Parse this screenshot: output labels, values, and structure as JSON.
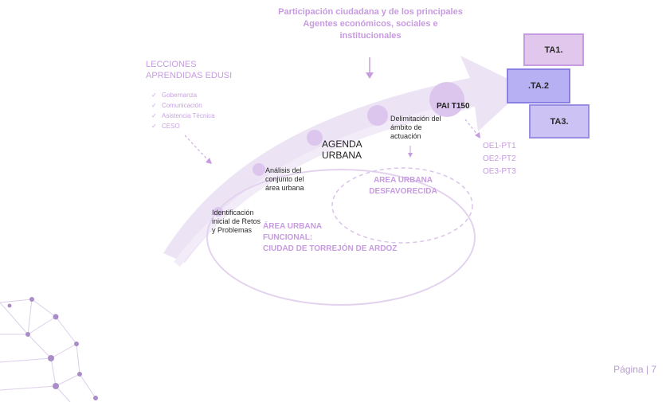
{
  "header_note": {
    "line1": "Participación ciudadana y de los principales",
    "line2": "Agentes económicos, sociales e",
    "line3": "institucionales"
  },
  "lessons": {
    "title_line1": "LECCIONES",
    "title_line2": "APRENDIDAS EDUSI",
    "items": [
      "Gobernanza",
      "Comunicación",
      "Asistencia Técnica",
      "CESO"
    ]
  },
  "steps": {
    "identificacion": "Identificación inicial de Retos y Problemas",
    "analisis": "Análisis del conjunto del área urbana",
    "agenda": "AGENDA URBANA",
    "delimitacion": "Delimitación del ámbito de actuación",
    "pai": "PAI T150"
  },
  "areas": {
    "desfavorecida_line1": "AREA URBANA",
    "desfavorecida_line2": "DESFAVORECIDA",
    "funcional_line1": "ÁREA URBANA",
    "funcional_line2": "FUNCIONAL:",
    "funcional_line3": "CIUDAD DE TORREJÓN DE ARDOZ"
  },
  "objectives": [
    "OE1-PT1",
    "OE2-PT2",
    "OE3-PT3"
  ],
  "ta_boxes": [
    {
      "label": "TA1.",
      "fill": "#e2c7ec",
      "border": "#c79be0"
    },
    {
      "label": ".TA.2",
      "fill": "#b7b0f2",
      "border": "#8a7fe3"
    },
    {
      "label": "TA3.",
      "fill": "#ccc2f3",
      "border": "#9a8de6"
    }
  ],
  "footer": {
    "page_label": "Página | 7"
  },
  "colors": {
    "accent": "#c79be0",
    "arrow": "#ece4f4",
    "node": "#dcc6ee"
  }
}
